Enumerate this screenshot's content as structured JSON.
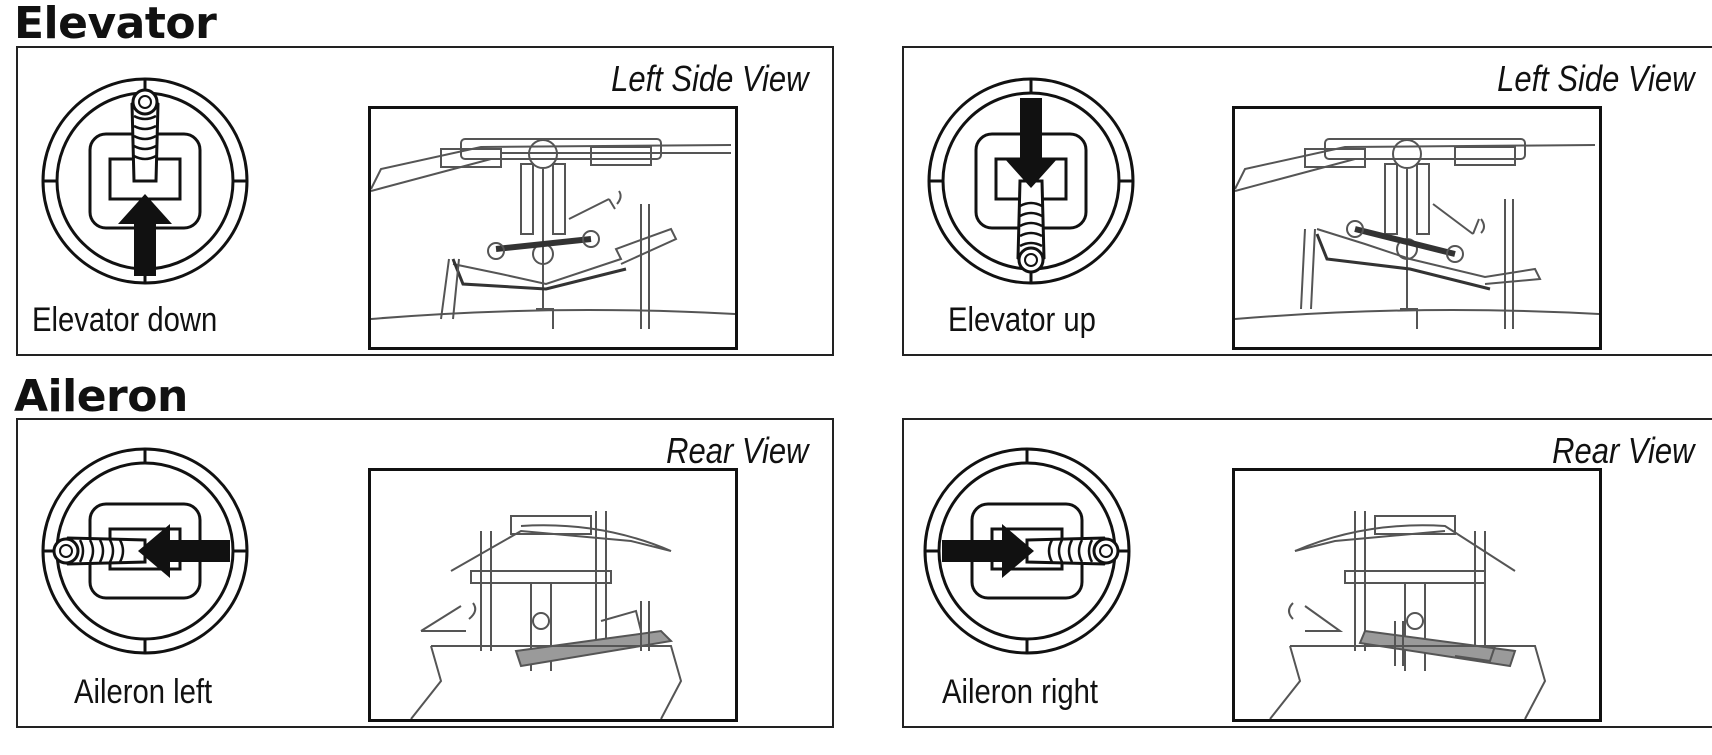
{
  "sections": {
    "elevator": {
      "title": "Elevator"
    },
    "aileron": {
      "title": "Aileron"
    }
  },
  "panels": {
    "elevator_down": {
      "view": "Left Side View",
      "caption": "Elevator down"
    },
    "elevator_up": {
      "view": "Left Side View",
      "caption": "Elevator up"
    },
    "aileron_left": {
      "view": "Rear View",
      "caption": "Aileron left"
    },
    "aileron_right": {
      "view": "Rear View",
      "caption": "Aileron right"
    }
  },
  "colors": {
    "line": "#111111",
    "diagram_line": "#555555",
    "swash": "#9a9a9a"
  },
  "icons": [
    "control-stick-icon",
    "direction-arrow-icon",
    "swashplate-tilt-icon",
    "rotation-arrow-icon"
  ]
}
